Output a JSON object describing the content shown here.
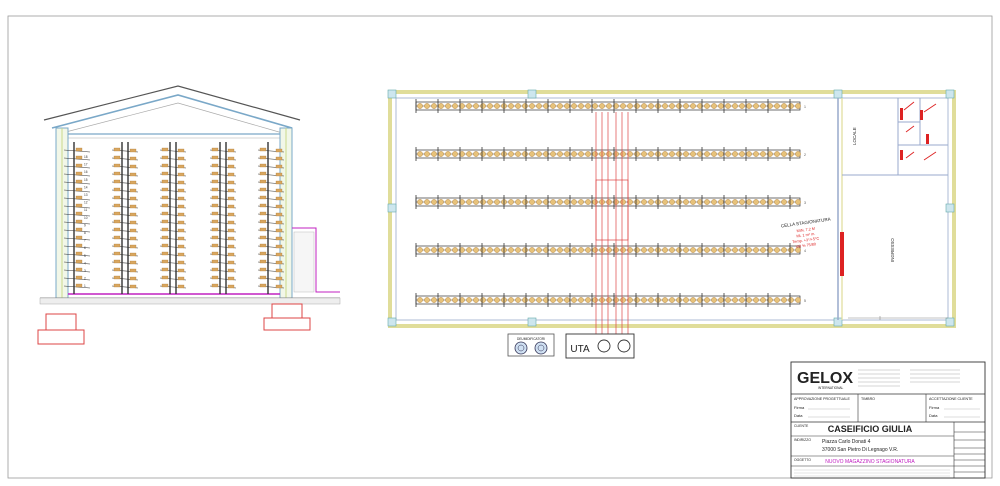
{
  "drawing": {
    "section_level_labels": [
      "18",
      "17",
      "16",
      "15",
      "14",
      "13",
      "12",
      "11",
      "10",
      "9",
      "8",
      "7",
      "6",
      "5",
      "4",
      "3",
      "2",
      "1"
    ],
    "plan": {
      "room_main_label": "CELLA STAGIONATURA",
      "room_main_spec": [
        "MIN. 7.2 M",
        "Ml. 1 m² m.",
        "Temp. +3°/+5°C",
        "UR % 75/80"
      ],
      "room_small_a": "LOCALE",
      "room_small_b": "INGRESSO",
      "uta_label": "UTA",
      "unit_label": "DEUMIDIFICATORI",
      "rack_numbers": [
        "1",
        "2",
        "3",
        "4",
        "5"
      ]
    }
  },
  "title_block": {
    "logo": "GELOX",
    "logo_sub": "INTERNATIONAL",
    "approval_left": "APPROVAZIONE PROGETTUALE",
    "approval_mid": "TIMBRO",
    "approval_right": "ACCETTAZIONE CLIENTE",
    "firma_label": "Firma",
    "data_label": "Data",
    "client_caption": "CLIENTE",
    "client_name": "CASEIFICIO GIULIA",
    "address_caption": "INDIRIZZO",
    "address_line1": "Piazza Carlo Donati 4",
    "address_line2": "37000 San Pietro Di Legnago V.R.",
    "subject_caption": "OGGETTO",
    "subject": "NUOVO MAGAZZINO STAGIONATURA"
  }
}
